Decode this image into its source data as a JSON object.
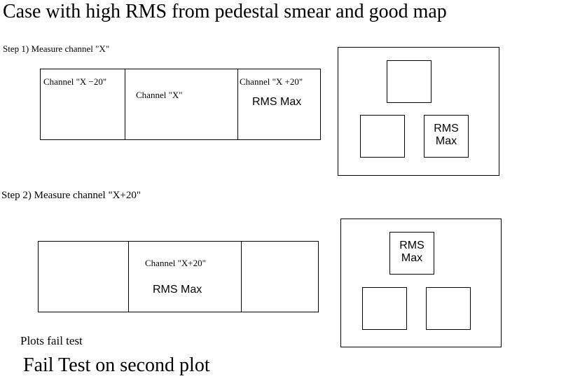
{
  "title": "Case with high RMS from pedestal smear and good map",
  "step1": {
    "label": "Step 1) Measure channel \"X\"",
    "channels": [
      "Channel \"X −20\"",
      "Channel \"X\"",
      "Channel \"X +20\""
    ],
    "rms_label": "RMS Max",
    "map_rms_line1": "RMS",
    "map_rms_line2": "Max"
  },
  "step2": {
    "label": "Step 2) Measure channel \"X+20\"",
    "channel": "Channel \"X+20\"",
    "rms_label": "RMS Max",
    "map_rms_line1": "RMS",
    "map_rms_line2": "Max"
  },
  "plots_fail": "Plots fail test",
  "fail_second": "Fail Test on second plot"
}
